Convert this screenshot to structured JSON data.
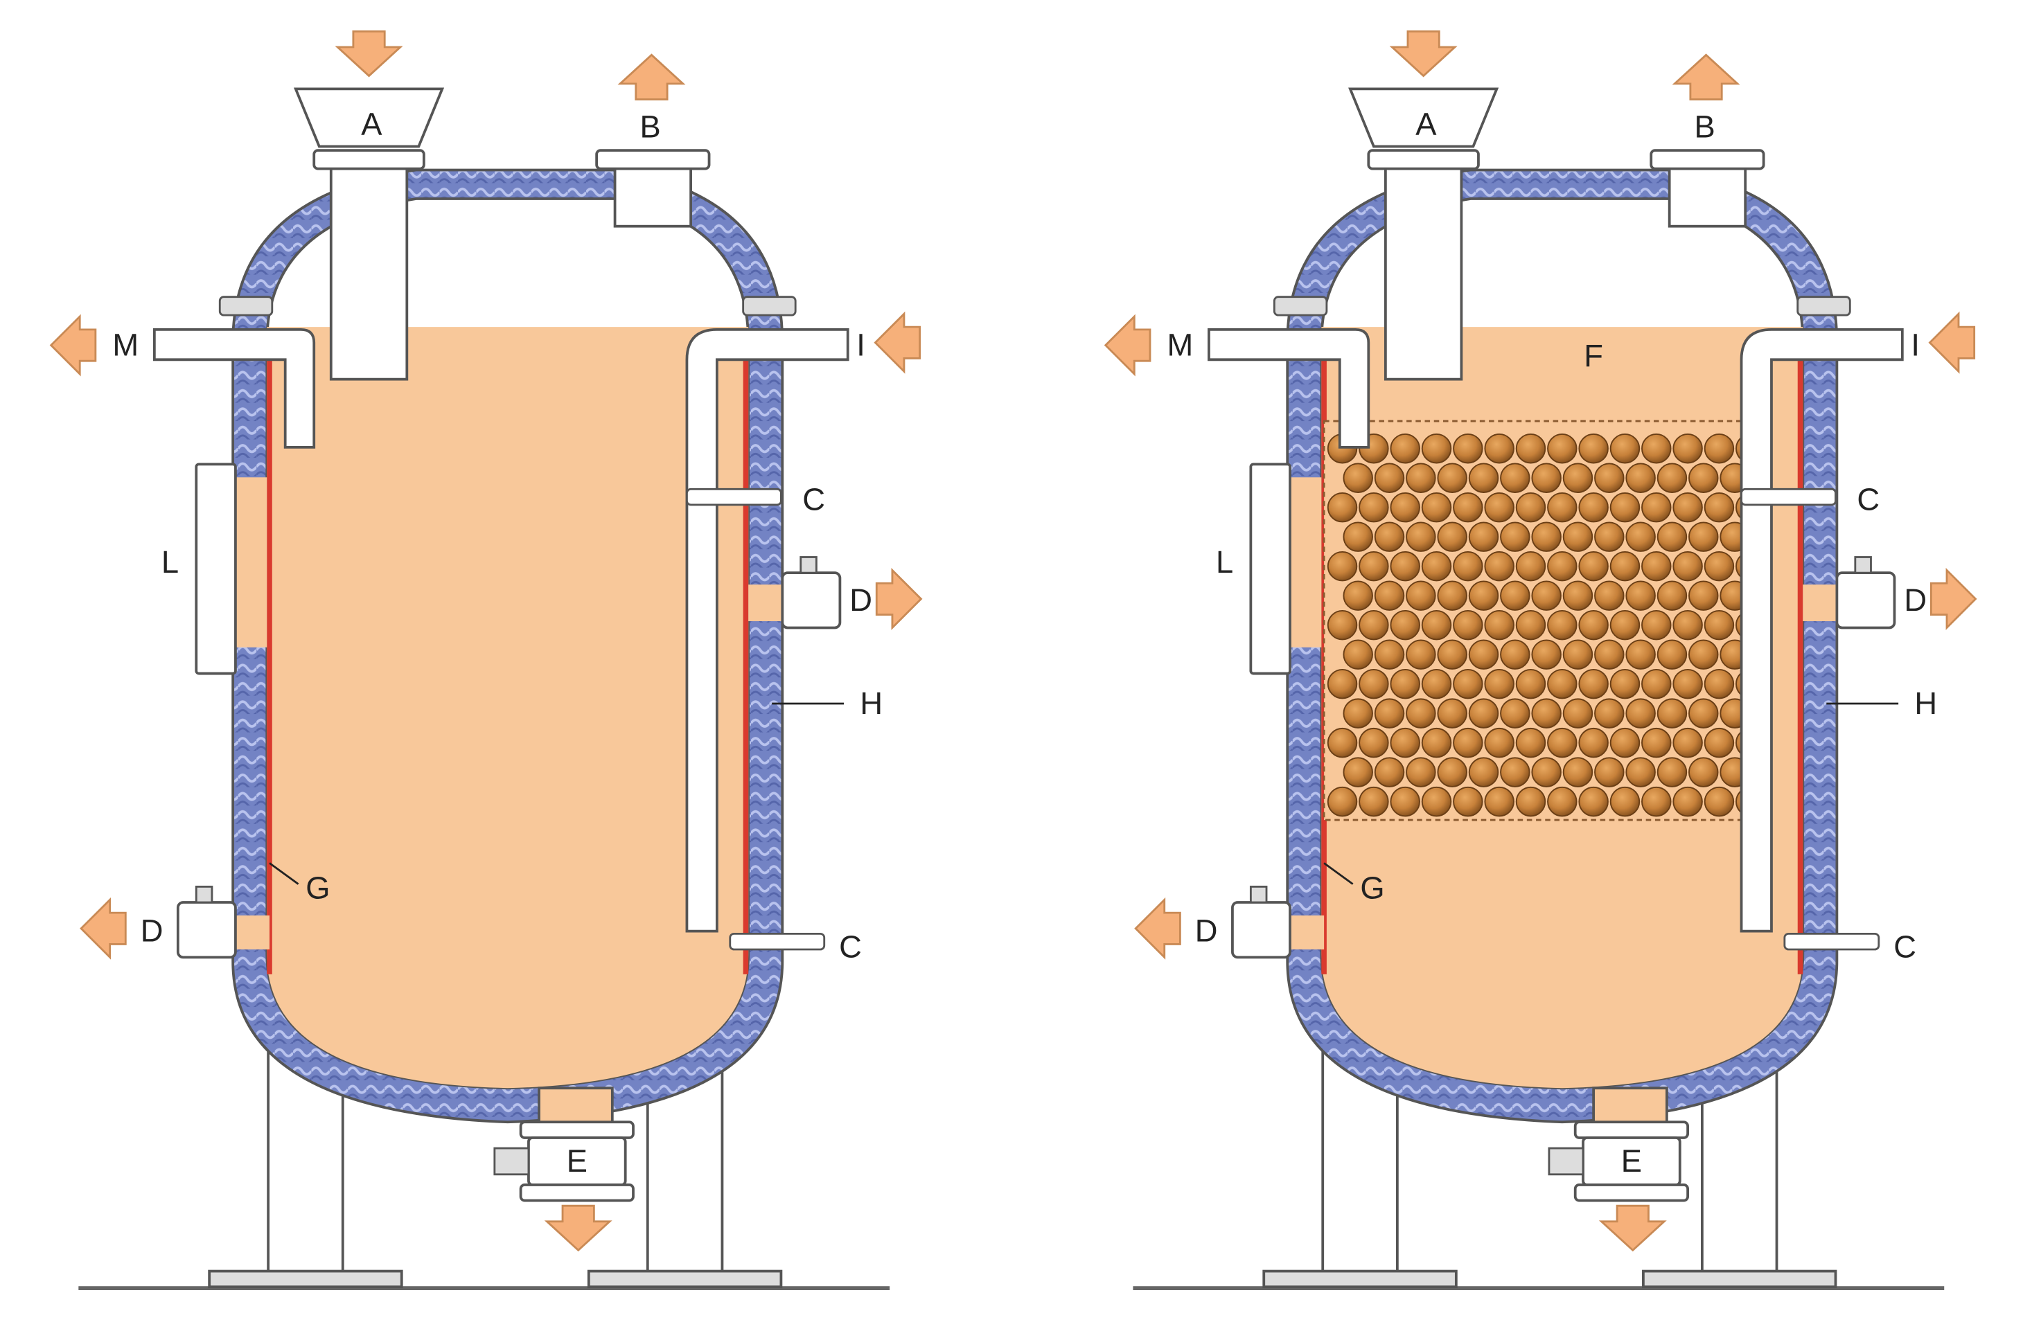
{
  "colors": {
    "liquid": "#f8c89a",
    "insulation": "#6f7fbf",
    "insulation_light": "#c9d2f0",
    "heating": "#d93a2e",
    "pipe": "#ffffff",
    "outline": "#555555",
    "arrow": "#f6b07a",
    "arrow_edge": "#c98a55",
    "packing": "#c7813a",
    "packing_dark": "#8a5420",
    "support": "#dddddd"
  },
  "panels": [
    {
      "name": "reactor-without-packing",
      "labels": {
        "A": "A",
        "B": "B",
        "C_upper": "C",
        "C_lower": "C",
        "D_right": "D",
        "D_left": "D",
        "E": "E",
        "G": "G",
        "H": "H",
        "I": "I",
        "L": "L",
        "M": "M"
      }
    },
    {
      "name": "reactor-with-packing",
      "labels": {
        "A": "A",
        "B": "B",
        "C_upper": "C",
        "C_lower": "C",
        "D_right": "D",
        "D_left": "D",
        "E": "E",
        "F": "F",
        "G": "G",
        "H": "H",
        "I": "I",
        "L": "L",
        "M": "M"
      }
    }
  ]
}
